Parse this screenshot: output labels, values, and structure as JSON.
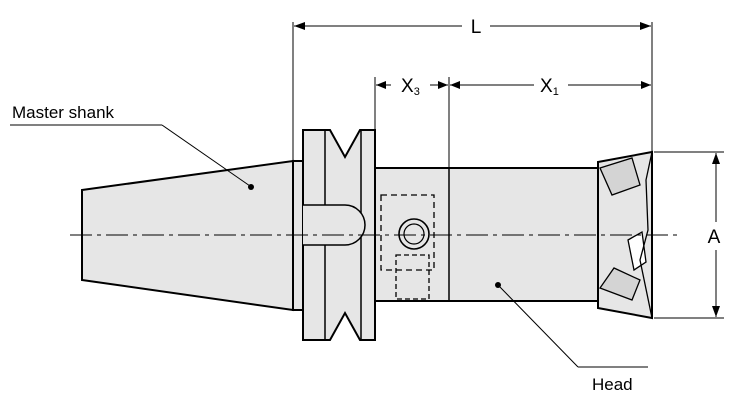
{
  "diagram": {
    "labels": {
      "master_shank": "Master shank",
      "head": "Head"
    },
    "dimensions": {
      "L": "L",
      "A": "A",
      "X1": {
        "main": "X",
        "sub": "1"
      },
      "X3": {
        "main": "X",
        "sub": "3"
      }
    },
    "colors": {
      "body_fill": "#e6e6e6",
      "outline": "#000000",
      "hidden_line": "#000000"
    }
  }
}
